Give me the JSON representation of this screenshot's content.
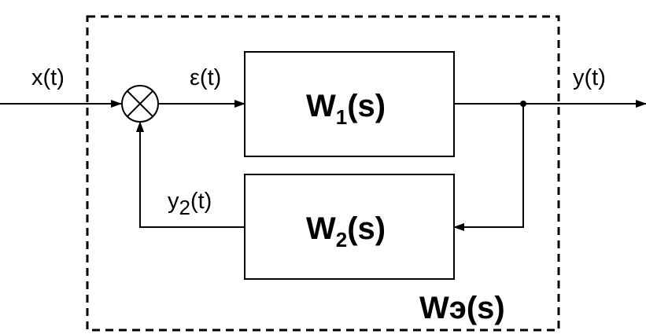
{
  "diagram": {
    "signals": {
      "input": "x(t)",
      "error": "ε(t)",
      "output": "y(t)",
      "feedback_base": "y",
      "feedback_sub": "2",
      "feedback_arg": "(t)"
    },
    "blocks": {
      "forward": {
        "base": "W",
        "sub": "1",
        "arg": "(s)"
      },
      "feedback": {
        "base": "W",
        "sub": "2",
        "arg": "(s)"
      },
      "equivalent": "Wэ(s)"
    },
    "colors": {
      "line": "#000000",
      "background": "#ffffff"
    }
  }
}
